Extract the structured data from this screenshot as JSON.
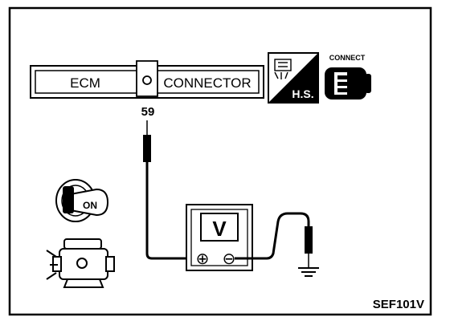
{
  "connector": {
    "left_label": "ECM",
    "right_label": "CONNECTOR"
  },
  "pin_number": "59",
  "hs_badge": {
    "label": "H.S.",
    "icon": "harness-side-connector-icon"
  },
  "connect_badge": {
    "label": "CONNECT",
    "icon": "connector-plug-icon"
  },
  "voltmeter": {
    "display": "V",
    "positive_terminal": "⊕",
    "negative_terminal": "⊖"
  },
  "ignition": {
    "key_label": "ON",
    "icon": "ignition-key-icon"
  },
  "engine_icon": "engine-icon",
  "ground_icon": "ground-symbol-icon",
  "figure_code": "SEF101V",
  "colors": {
    "line": "#000000",
    "background": "#ffffff"
  }
}
